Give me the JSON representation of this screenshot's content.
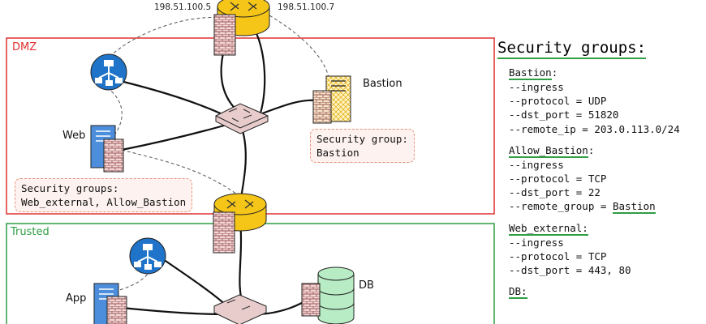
{
  "zones": {
    "dmz": {
      "label": "DMZ",
      "color": "#e03131"
    },
    "trusted": {
      "label": "Trusted",
      "color": "#2f9e44"
    }
  },
  "ips": {
    "left": "198.51.100.5",
    "right": "198.51.100.7"
  },
  "nodes": {
    "bastion": "Bastion",
    "web": "Web",
    "app": "App",
    "db": "DB"
  },
  "sg_boxes": {
    "bastion": {
      "line1": "Security group:",
      "line2": "Bastion"
    },
    "web": {
      "line1": "Security groups:",
      "line2": "Web_external, Allow_Bastion"
    }
  },
  "panel": {
    "title": "Security groups:",
    "groups": [
      {
        "name": "Bastion",
        "suffix": ":",
        "rules": [
          "--ingress",
          "--protocol = UDP",
          "--dst_port = 51820",
          "--remote_ip = 203.0.113.0/24"
        ]
      },
      {
        "name": "Allow_Bastion",
        "suffix": ":",
        "rules": [
          "--ingress",
          "--protocol = TCP",
          "--dst_port = 22"
        ],
        "remote_group_prefix": "--remote_group = ",
        "remote_group_value": "Bastion"
      },
      {
        "name": "Web_external:",
        "suffix": "",
        "rules": [
          "--ingress",
          "--protocol = TCP",
          "--dst_port = 443, 80"
        ]
      },
      {
        "name": "DB:",
        "suffix": "",
        "rules": []
      }
    ]
  },
  "colors": {
    "router": "#f5c518",
    "firewall_brick": "#d9a0a0",
    "switch": "#efd5d5",
    "lb": "#1f74c9",
    "server_screen": "#4c8edc",
    "bastion_screen": "#f5c518",
    "db_disk": "#b8ecc4",
    "sg_border": "#e8957a",
    "accent_green": "#2f9e44"
  }
}
